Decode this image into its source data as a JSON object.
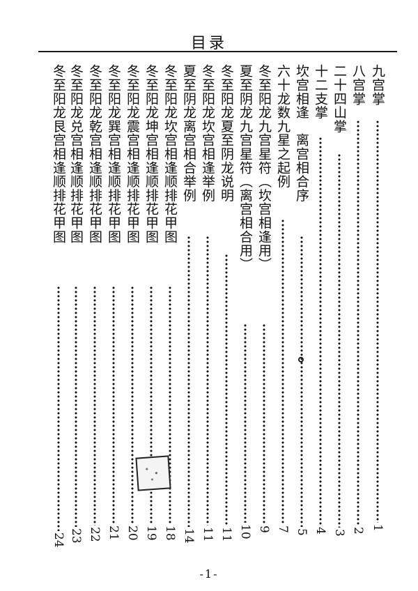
{
  "page": {
    "title": "目录",
    "page_number": "-1-"
  },
  "toc": {
    "entries": [
      {
        "title": "九宫掌",
        "page": "1"
      },
      {
        "title": "八宫掌",
        "page": "2"
      },
      {
        "title": "二十四山掌",
        "page": "3"
      },
      {
        "title": "十二支掌",
        "page": "4"
      },
      {
        "title": "坎宫相逢　离宫相合序",
        "page": "5"
      },
      {
        "title": "六十龙数九星之起例",
        "page": "7"
      },
      {
        "title": "冬至阳龙九宫星符（坎宫相逢用）",
        "page": "9"
      },
      {
        "title": "夏至阴龙九宫星符（离宫相合用）",
        "page": "10"
      },
      {
        "title": "冬至阳龙夏至阴龙说明",
        "page": "11"
      },
      {
        "title": "冬至阳龙坎宫相逢举例",
        "page": "11"
      },
      {
        "title": "夏至阴龙离宫相合举例",
        "page": "14"
      },
      {
        "title": "冬至阳龙坎宫相逢顺排花甲图",
        "page": "18"
      },
      {
        "title": "冬至阳龙坤宫相逢顺排花甲图",
        "page": "19"
      },
      {
        "title": "冬至阳龙震宫相逢顺排花甲图",
        "page": "20"
      },
      {
        "title": "冬至阳龙巽宫相逢顺排花甲图",
        "page": "21"
      },
      {
        "title": "冬至阳龙乾宫相逢顺排花甲图",
        "page": "22"
      },
      {
        "title": "冬至阳龙兑宫相逢顺排花甲图",
        "page": "23"
      },
      {
        "title": "冬至阳龙艮宫相逢顺排花甲图",
        "page": "24"
      }
    ]
  },
  "colors": {
    "ink": "#111111",
    "paper": "#ffffff"
  }
}
